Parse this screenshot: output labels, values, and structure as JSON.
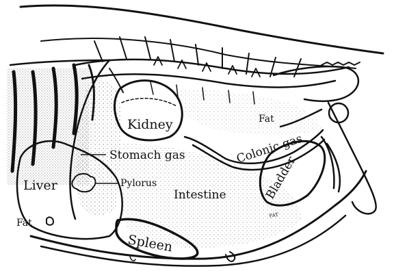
{
  "diagram": {
    "labels": {
      "kidney": "Kidney",
      "fat_dorsal": "Fat",
      "colonic_gas": "Colonic gas",
      "stomach_gas": "Stomach gas",
      "liver": "Liver",
      "pylorus": "Pylorus",
      "intestine": "Intestine",
      "bladder": "Bladder",
      "fat_ventral_left": "Fat",
      "fat_ventral_right": "FAT",
      "spleen": "Spleen"
    }
  }
}
